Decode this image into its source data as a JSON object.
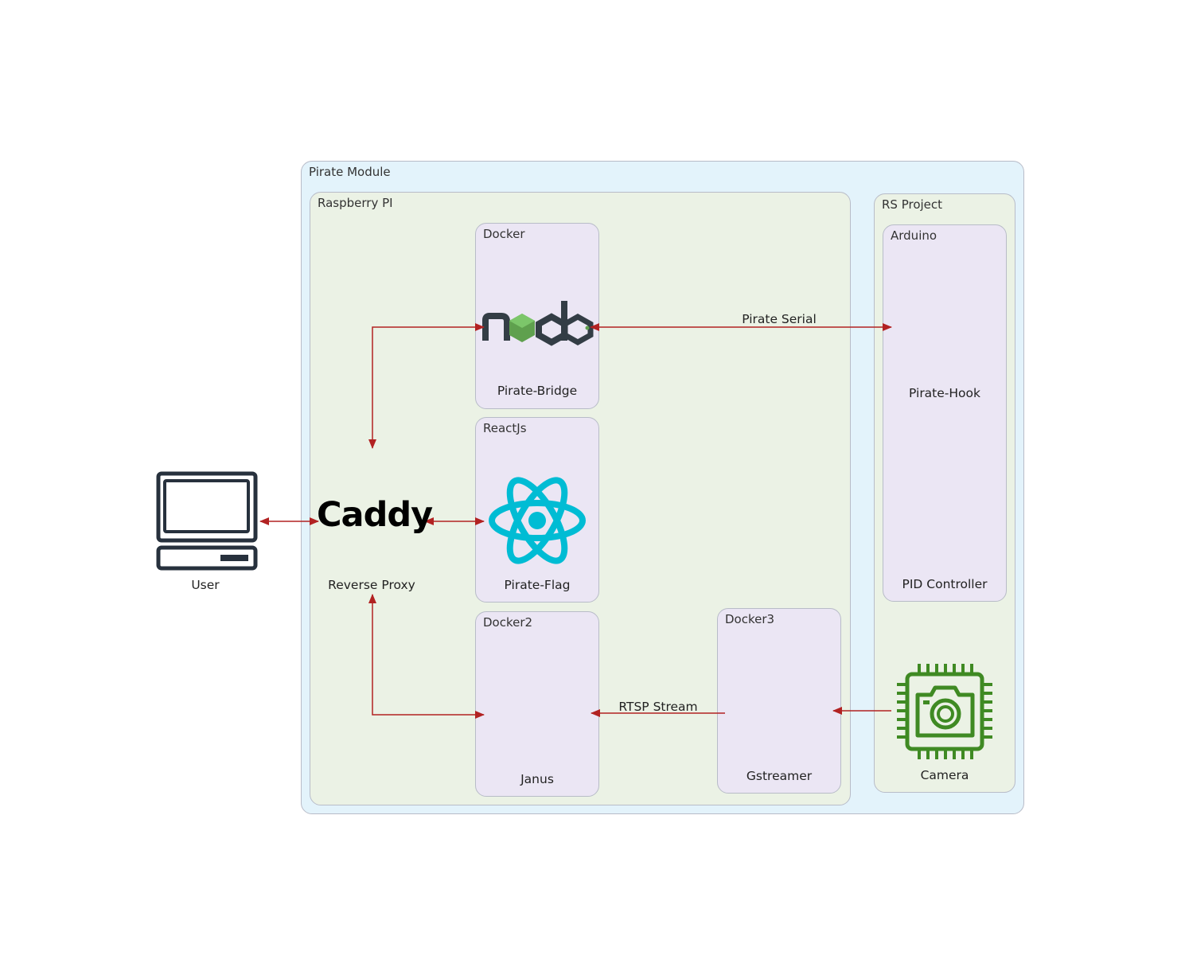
{
  "clusters": {
    "pirate_module": "Pirate Module",
    "raspberry_pi": "Raspberry PI",
    "rs_project": "RS Project",
    "docker": "Docker",
    "reactjs": "ReactJs",
    "docker2": "Docker2",
    "docker3": "Docker3",
    "arduino": "Arduino"
  },
  "nodes": {
    "user": "User",
    "caddy_logo": "Caddy",
    "reverse_proxy": "Reverse Proxy",
    "pirate_bridge": "Pirate-Bridge",
    "pirate_flag": "Pirate-Flag",
    "janus": "Janus",
    "gstreamer": "Gstreamer",
    "pirate_hook": "Pirate-Hook",
    "pid_controller": "PID Controller",
    "camera": "Camera",
    "node_logo": "node"
  },
  "edges": {
    "pirate_serial": "Pirate Serial",
    "rtsp_stream": "RTSP Stream"
  },
  "colors": {
    "edge": "#b22222",
    "outer_bg": "#e3f3fb",
    "green_bg": "#ebf2e5",
    "purple_bg": "#ebe6f4",
    "react": "#00bcd4",
    "camera": "#3f8a23",
    "node_dark": "#333d45",
    "node_green": "#5fa04e"
  },
  "icons": [
    "computer-icon",
    "caddy-logo",
    "nodejs-logo",
    "react-logo",
    "camera-chip-icon"
  ]
}
